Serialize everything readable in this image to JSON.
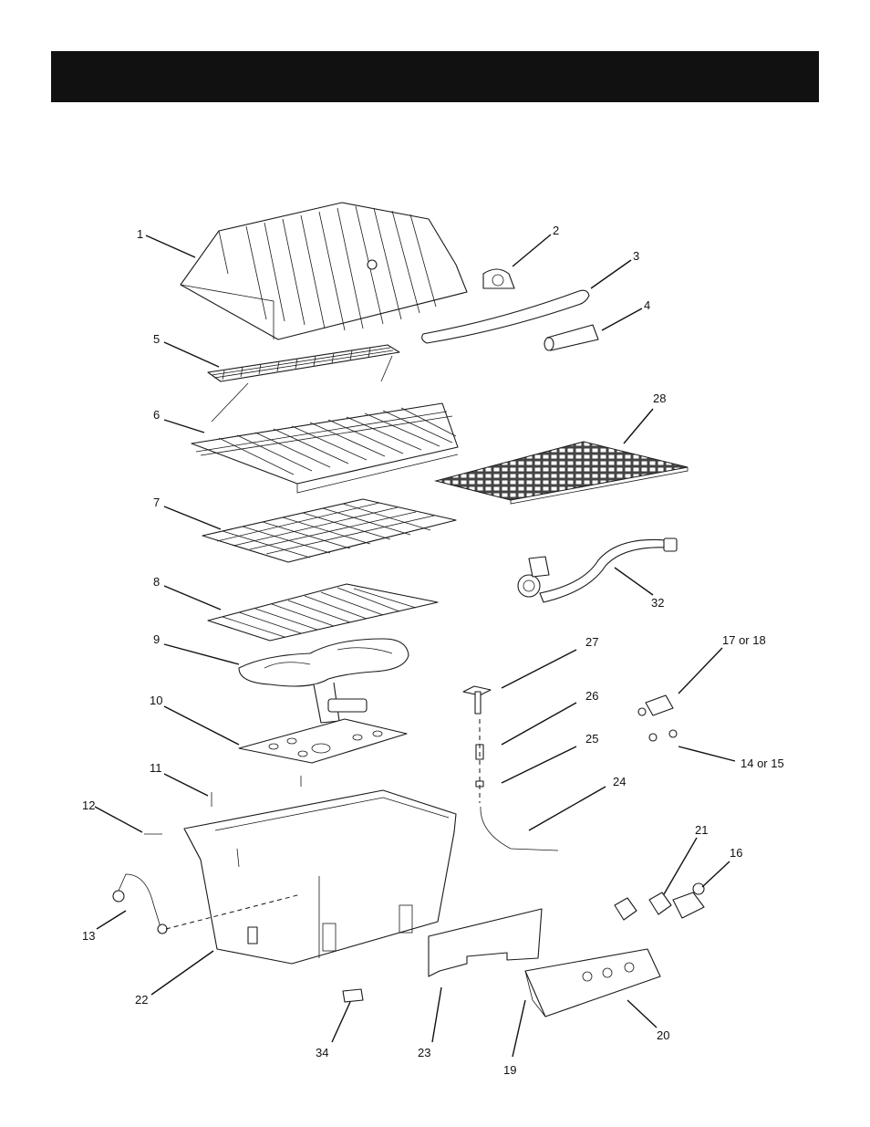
{
  "header": {
    "title": ""
  },
  "callouts": [
    {
      "id": "1",
      "text": "1"
    },
    {
      "id": "2",
      "text": "2"
    },
    {
      "id": "3",
      "text": "3"
    },
    {
      "id": "4",
      "text": "4"
    },
    {
      "id": "5",
      "text": "5"
    },
    {
      "id": "6",
      "text": "6"
    },
    {
      "id": "28",
      "text": "28"
    },
    {
      "id": "7",
      "text": "7"
    },
    {
      "id": "32",
      "text": "32"
    },
    {
      "id": "8",
      "text": "8"
    },
    {
      "id": "9",
      "text": "9"
    },
    {
      "id": "27",
      "text": "27"
    },
    {
      "id": "17or18",
      "text": "17 or 18"
    },
    {
      "id": "26",
      "text": "26"
    },
    {
      "id": "10",
      "text": "10"
    },
    {
      "id": "25",
      "text": "25"
    },
    {
      "id": "14or15",
      "text": "14 or 15"
    },
    {
      "id": "11",
      "text": "11"
    },
    {
      "id": "24",
      "text": "24"
    },
    {
      "id": "12",
      "text": "12"
    },
    {
      "id": "21",
      "text": "21"
    },
    {
      "id": "16",
      "text": "16"
    },
    {
      "id": "13",
      "text": "13"
    },
    {
      "id": "22",
      "text": "22"
    },
    {
      "id": "20",
      "text": "20"
    },
    {
      "id": "34",
      "text": "34"
    },
    {
      "id": "23",
      "text": "23"
    },
    {
      "id": "19",
      "text": "19"
    }
  ]
}
